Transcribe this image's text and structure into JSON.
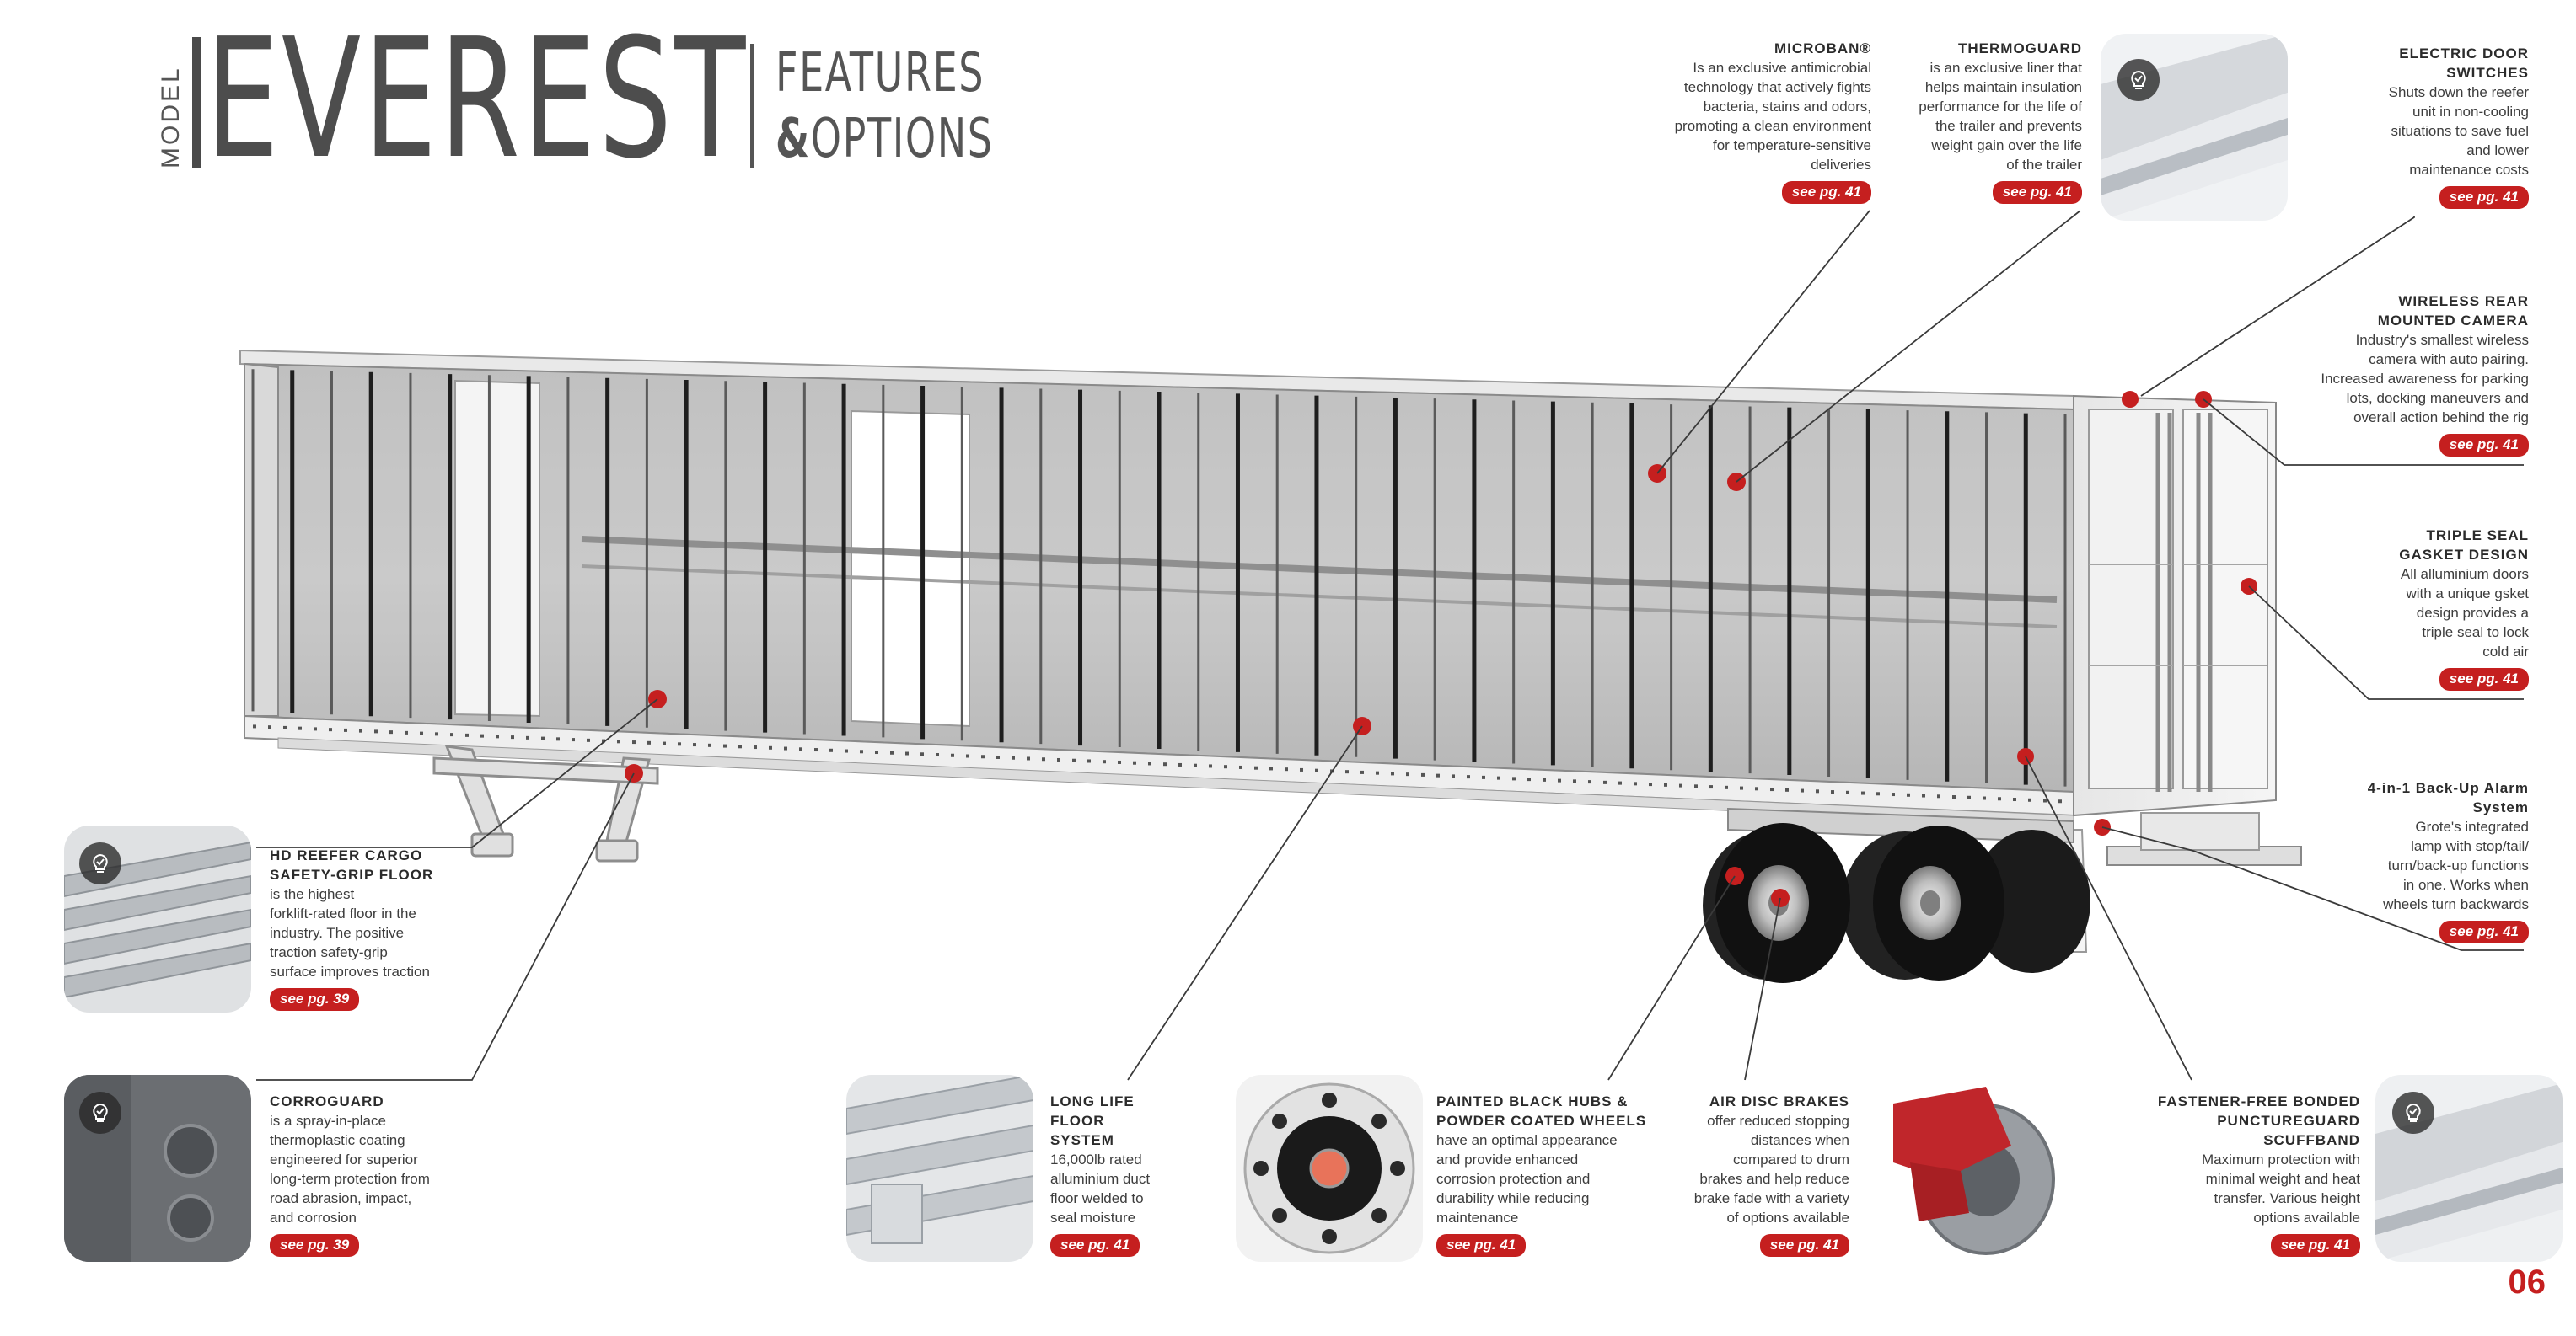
{
  "header": {
    "model_label": "MODEL",
    "title": "EVEREST",
    "subtitle_line1": "FEATURES",
    "subtitle_amp": "&",
    "subtitle_line2": "OPTIONS"
  },
  "callouts": {
    "microban": {
      "title": "MICROBAN®",
      "body": [
        "Is an exclusive antimicrobial",
        "technology that actively fights",
        "bacteria, stains and odors,",
        "promoting a clean environment",
        "for temperature-sensitive",
        "deliveries"
      ],
      "ref": "see pg. 41"
    },
    "thermoguard": {
      "title": "THERMOGUARD",
      "body": [
        "is an exclusive liner that",
        "helps maintain insulation",
        "performance for the life of",
        "the trailer and prevents",
        "weight gain over the life",
        "of the trailer"
      ],
      "ref": "see pg. 41"
    },
    "electric_door": {
      "title": [
        "ELECTRIC DOOR",
        "SWITCHES"
      ],
      "body": [
        "Shuts down the reefer",
        "unit in non-cooling",
        "situations to save fuel",
        "and lower",
        "maintenance costs"
      ],
      "ref": "see pg. 41"
    },
    "camera": {
      "title": [
        "WIRELESS REAR",
        "MOUNTED CAMERA"
      ],
      "body": [
        "Industry's smallest wireless",
        "camera with auto pairing.",
        "Increased awareness for parking",
        "lots, docking maneuvers and",
        "overall action behind the rig"
      ],
      "ref": "see pg. 41"
    },
    "triple_seal": {
      "title": [
        "TRIPLE SEAL",
        "GASKET DESIGN"
      ],
      "body": [
        "All alluminium doors",
        "with a unique gsket",
        "design provides a",
        "triple seal to lock",
        "cold air"
      ],
      "ref": "see pg. 41"
    },
    "backup_alarm": {
      "title": [
        "4-in-1 Back-Up Alarm",
        "System"
      ],
      "body": [
        "Grote's integrated",
        "lamp with stop/tail/",
        "turn/back-up functions",
        "in one. Works when",
        "wheels turn backwards"
      ],
      "ref": "see pg. 41"
    },
    "hd_floor": {
      "title": [
        "HD REEFER CARGO",
        "SAFETY-GRIP FLOOR"
      ],
      "body": [
        "is the highest",
        "forklift-rated floor in the",
        "industry. The positive",
        "traction safety-grip",
        "surface improves traction"
      ],
      "ref": "see pg. 39"
    },
    "corroguard": {
      "title": [
        "CORROGUARD"
      ],
      "body": [
        "is a spray-in-place",
        "thermoplastic coating",
        "engineered for superior",
        "long-term protection from",
        "road abrasion, impact,",
        "and corrosion"
      ],
      "ref": "see pg. 39"
    },
    "long_life_floor": {
      "title": [
        "LONG LIFE",
        "FLOOR",
        "SYSTEM"
      ],
      "body": [
        "16,000lb rated",
        "alluminium duct",
        "floor welded to",
        "seal moisture"
      ],
      "ref": "see pg. 41"
    },
    "hubs_wheels": {
      "title": [
        "PAINTED BLACK HUBS &",
        "POWDER COATED WHEELS"
      ],
      "body": [
        "have an optimal appearance",
        "and provide enhanced",
        "corrosion protection and",
        "durability while reducing",
        "maintenance"
      ],
      "ref": "see pg. 41"
    },
    "air_disc": {
      "title": [
        "AIR DISC BRAKES"
      ],
      "body": [
        "offer reduced stopping",
        "distances when",
        "compared to drum",
        "brakes and help reduce",
        "brake fade with a variety",
        "of options available"
      ],
      "ref": "see pg. 41"
    },
    "scuffband": {
      "title": [
        "FASTENER-FREE BONDED",
        "PUNCTUREGUARD",
        "SCUFFBAND"
      ],
      "body": [
        "Maximum protection with",
        "minimal weight and heat",
        "transfer. Various height",
        "options available"
      ],
      "ref": "see pg. 41"
    }
  },
  "page_number": "06",
  "colors": {
    "accent": "#c51f1f",
    "text": "#3d3d3d",
    "title": "#4d4d4d"
  },
  "icons": [
    "lightbulb-check-icon"
  ]
}
